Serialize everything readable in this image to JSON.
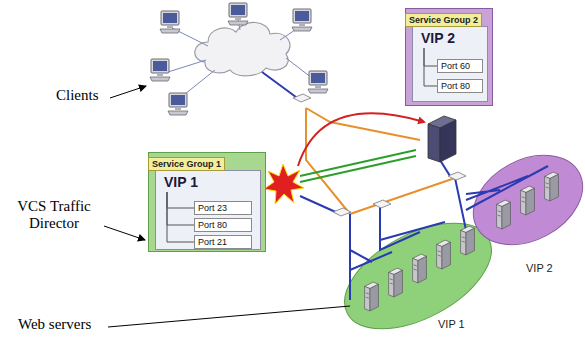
{
  "diagram": {
    "nodes": [
      {
        "text": [
          "Service Group 1"
        ]
      },
      {
        "text": [
          "VIP 1"
        ],
        "in": 0
      },
      {
        "text": [
          "Port 23"
        ],
        "in": 1
      },
      {
        "text": [
          "Port 80"
        ],
        "in": 1
      },
      {
        "text": [
          "Port 21"
        ],
        "in": 1
      },
      {
        "text": [
          "Service Group 2"
        ]
      },
      {
        "text": [
          "VIP 2"
        ],
        "in": 5
      },
      {
        "text": [
          "Port 60"
        ],
        "in": 6
      },
      {
        "text": [
          "Port 80"
        ],
        "in": 6
      }
    ],
    "edges": [
      {
        "from": 1,
        "to": 2,
        "arrow": "none"
      },
      {
        "from": 1,
        "to": 3,
        "arrow": "none"
      },
      {
        "from": 1,
        "to": 4,
        "arrow": "none"
      },
      {
        "from": 6,
        "to": 7,
        "arrow": "none"
      },
      {
        "from": 6,
        "to": 8,
        "arrow": "none"
      }
    ],
    "labels": [
      "Clients",
      "VCS Traffic Director",
      "Web servers",
      "VIP 2",
      "VIP 1"
    ]
  }
}
